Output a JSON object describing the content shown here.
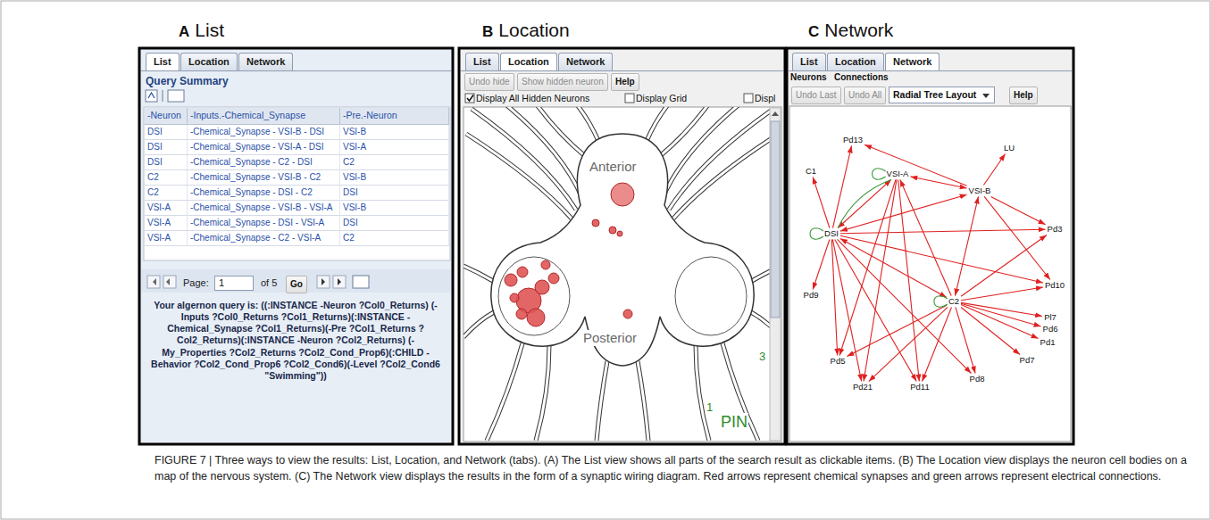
{
  "diagram": {
    "caption": "FIGURE 7 | Three ways to view the results: List, Location, and Network (tabs). (A) The List view shows all parts of the search result as clickable items. (B) The Location view displays the neuron cell bodies on a map of the nervous system. (C) The Network view displays the results in the form of a synaptic wiring diagram. Red arrows represent chemical synapses and green arrows represent electrical connections.",
    "nodes": [
      {
        "text": [
          "A",
          "List"
        ]
      },
      {
        "text": [
          "B",
          "Location"
        ]
      },
      {
        "text": [
          "C",
          "Network"
        ]
      },
      {
        "text": [
          "Pd13"
        ],
        "in": 2
      },
      {
        "text": [
          "LU"
        ],
        "in": 2
      },
      {
        "text": [
          "C1"
        ],
        "in": 2
      },
      {
        "text": [
          "VSI-A"
        ],
        "in": 2
      },
      {
        "text": [
          "VSI-B"
        ],
        "in": 2
      },
      {
        "text": [
          "DSI"
        ],
        "in": 2
      },
      {
        "text": [
          "Pd3"
        ],
        "in": 2
      },
      {
        "text": [
          "Pd10"
        ],
        "in": 2
      },
      {
        "text": [
          "Pd9"
        ],
        "in": 2
      },
      {
        "text": [
          "C2"
        ],
        "in": 2
      },
      {
        "text": [
          "Pl7"
        ],
        "in": 2
      },
      {
        "text": [
          "Pd6"
        ],
        "in": 2
      },
      {
        "text": [
          "Pd1"
        ],
        "in": 2
      },
      {
        "text": [
          "Pd7"
        ],
        "in": 2
      },
      {
        "text": [
          "Pd5"
        ],
        "in": 2
      },
      {
        "text": [
          "Pd8"
        ],
        "in": 2
      },
      {
        "text": [
          "Pd21"
        ],
        "in": 2
      },
      {
        "text": [
          "Pd11"
        ],
        "in": 2
      }
    ],
    "edges": [
      {
        "from": 8,
        "to": 5,
        "arrow": "to"
      },
      {
        "from": 8,
        "to": 3,
        "arrow": "to"
      },
      {
        "from": 8,
        "to": 7,
        "arrow": "both"
      },
      {
        "from": 8,
        "to": 12,
        "arrow": "both"
      },
      {
        "from": 8,
        "to": 11,
        "arrow": "to"
      },
      {
        "from": 8,
        "to": 17,
        "arrow": "to"
      },
      {
        "from": 8,
        "to": 19,
        "arrow": "to"
      },
      {
        "from": 8,
        "to": 20,
        "arrow": "to"
      },
      {
        "from": 8,
        "to": 9,
        "arrow": "to"
      },
      {
        "from": 8,
        "to": 10,
        "arrow": "to"
      },
      {
        "from": 8,
        "to": 18,
        "arrow": "to"
      },
      {
        "from": 7,
        "to": 4,
        "arrow": "to"
      },
      {
        "from": 7,
        "to": 3,
        "arrow": "to"
      },
      {
        "from": 7,
        "to": 9,
        "arrow": "to"
      },
      {
        "from": 7,
        "to": 10,
        "arrow": "to"
      },
      {
        "from": 7,
        "to": 12,
        "arrow": "both"
      },
      {
        "from": 7,
        "to": 6,
        "arrow": "both"
      },
      {
        "from": 6,
        "to": 8,
        "arrow": "both"
      },
      {
        "from": 6,
        "to": 17,
        "arrow": "to"
      },
      {
        "from": 6,
        "to": 19,
        "arrow": "to"
      },
      {
        "from": 6,
        "to": 20,
        "arrow": "to"
      },
      {
        "from": 12,
        "to": 15,
        "arrow": "to"
      },
      {
        "from": 12,
        "to": 14,
        "arrow": "to"
      },
      {
        "from": 12,
        "to": 13,
        "arrow": "to"
      },
      {
        "from": 12,
        "to": 16,
        "arrow": "to"
      },
      {
        "from": 12,
        "to": 18,
        "arrow": "to"
      },
      {
        "from": 12,
        "to": 20,
        "arrow": "to"
      },
      {
        "from": 12,
        "to": 19,
        "arrow": "to"
      },
      {
        "from": 12,
        "to": 17,
        "arrow": "to"
      },
      {
        "from": 12,
        "to": 10,
        "arrow": "to"
      },
      {
        "from": 12,
        "to": 9,
        "arrow": "to"
      },
      {
        "from": 12,
        "to": 6,
        "arrow": "to"
      },
      {
        "from": 6,
        "to": 6,
        "arrow": "none"
      },
      {
        "from": 8,
        "to": 8,
        "arrow": "none"
      },
      {
        "from": 12,
        "to": 12,
        "arrow": "none"
      },
      {
        "from": 6,
        "to": 8,
        "arrow": "none"
      }
    ],
    "labels": [
      "List",
      "Location",
      "Network",
      "Query Summary",
      "-Neuron",
      "-Inputs.-Chemical_Synapse",
      "-Pre.-Neuron",
      "DSI",
      "-Chemical_Synapse - VSI-B - DSI",
      "VSI-B",
      "DSI",
      "-Chemical_Synapse - VSI-A - DSI",
      "VSI-A",
      "DSI",
      "-Chemical_Synapse - C2 - DSI",
      "C2",
      "C2",
      "-Chemical_Synapse - VSI-B - C2",
      "VSI-B",
      "C2",
      "-Chemical_Synapse - DSI - C2",
      "DSI",
      "VSI-A",
      "-Chemical_Synapse - VSI-B - VSI-A",
      "VSI-B",
      "VSI-A",
      "-Chemical_Synapse - DSI - VSI-A",
      "DSI",
      "VSI-A",
      "-Chemical_Synapse - C2 - VSI-A",
      "C2",
      "Page:",
      "1",
      "of 5",
      "Go",
      "Your algernon query is: ((:INSTANCE -Neuron ?Col0_Returns) (-Inputs ?Col0_Returns ?Col1_Returns)(:INSTANCE -Chemical_Synapse ?Col1_Returns)(-Pre ?Col1_Returns ?Col2_Returns)(:INSTANCE -Neuron ?Col2_Returns) (-My_Properties ?Col2_Returns ?Col2_Cond_Prop6)(:CHILD -Behavior ?Col2_Cond_Prop6 ?Col2_Cond6)(-Level ?Col2_Cond6 \"Swimming\"))",
      "List",
      "Location",
      "Network",
      "Undo hide",
      "Show hidden neuron",
      "Help",
      "Display All Hidden Neurons",
      "Display Grid",
      "Displ",
      "Anterior",
      "Posterior",
      "3",
      "1",
      "PIN",
      "List",
      "Location",
      "Network",
      "Neurons",
      "Connections",
      "Undo Last",
      "Undo All",
      "Radial Tree Layout",
      "Help"
    ]
  }
}
